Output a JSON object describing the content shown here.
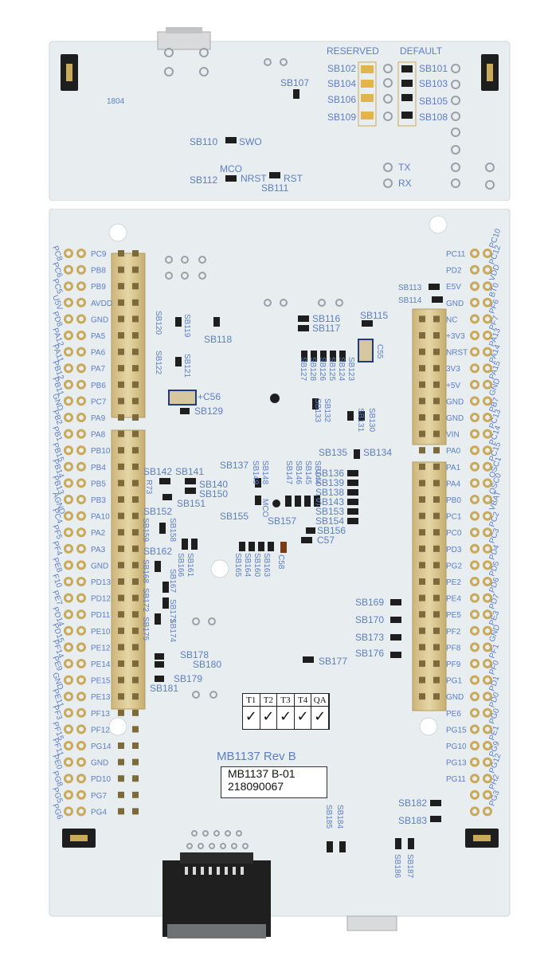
{
  "board": {
    "name": "MB1137 Rev B",
    "sticker_line1": "MB1137 B-01",
    "sticker_line2": "218090067",
    "date_code": "1804",
    "colors": {
      "pcb": "#e9eef1",
      "silk": "#5c7ec6",
      "header": "#d8c58e",
      "pad": "#c9a95a",
      "black": "#1e1e1e"
    }
  },
  "top_section": {
    "reserved": "RESERVED",
    "default": "DEFAULT",
    "sb_left": [
      "SB102",
      "SB104",
      "SB106",
      "SB109"
    ],
    "sb_right": [
      "SB101",
      "SB103",
      "SB105",
      "SB108"
    ],
    "sb107": "SB107",
    "sb110": "SB110",
    "swo": "SWO",
    "mco": "MCO",
    "sb112": "SB112",
    "nrst": "NRST",
    "rst": "RST",
    "sb111": "SB111",
    "tx": "TX",
    "rx": "RX"
  },
  "left_labels_outer": [
    "PC8",
    "PC6",
    "PC5",
    "U5V",
    "PD8",
    "PA12",
    "PA11",
    "PB12",
    "PB11",
    "GND",
    "PB2",
    "PB1",
    "PB15",
    "PB14",
    "PB13",
    "AGND",
    "PC4",
    "PF5",
    "PF4",
    "PE8",
    "F10",
    "PE7",
    "PD14",
    "PD15",
    "PF14",
    "PE9",
    "GND",
    "PE11",
    "PF3",
    "PF15",
    "PF11",
    "PE0",
    "PG8",
    "PG5",
    "PG6"
  ],
  "left_labels_inner": [
    "PC9",
    "PB8",
    "PB9",
    "AVDD",
    "GND",
    "PA5",
    "PA6",
    "PA7",
    "PB6",
    "PC7",
    "PA9",
    "PA8",
    "PB10",
    "PB4",
    "PB5",
    "PB3",
    "PA10",
    "PA2",
    "PA3",
    "GND",
    "PD13",
    "PD12",
    "PD11",
    "PE10",
    "PE12",
    "PE14",
    "PE15",
    "PE13",
    "PF13",
    "PF12",
    "PG14",
    "GND",
    "PD10",
    "PG7",
    "PG4"
  ],
  "right_labels_inner": [
    "PC11",
    "PD2",
    "E5V",
    "GND",
    "NC",
    "+3V3",
    "NRST",
    "3V3",
    "+5V",
    "GND",
    "GND",
    "VIN",
    "PA0",
    "PA1",
    "PA4",
    "PB0",
    "PC1",
    "PC0",
    "PD3",
    "PG2",
    "PE2",
    "PE4",
    "PE5",
    "PF2",
    "PF8",
    "PF9",
    "PG1",
    "GND",
    "PE6",
    "PG15",
    "PG10",
    "PG13",
    "PG11"
  ],
  "right_labels_outer": [
    "PC10",
    "PC12",
    "VDD",
    "BT0",
    "PF6",
    "PF7",
    "PA13",
    "PA14",
    "PA15",
    "GND",
    "PB7",
    "PC13",
    "PC14",
    "PC15",
    "OSC1",
    "OSC0",
    "VBAT",
    "PC2",
    "PC3",
    "PD4",
    "PD5",
    "PD6",
    "PD7",
    "PE3",
    "GND",
    "PF1",
    "PF0",
    "PD1",
    "PD0",
    "PG0",
    "PE1",
    "PG9",
    "PG12",
    "PH2",
    "PG3"
  ],
  "center_labels": {
    "sb118": "SB118",
    "sb119": "SB119",
    "sb120": "SB120",
    "sb121": "SB121",
    "sb122": "SB122",
    "c56": "+C56",
    "sb129": "SB129",
    "sb116": "SB116",
    "sb117": "SB117",
    "sb115": "SB115",
    "c55": "C55",
    "sb113": "SB113",
    "sb114": "SB114",
    "sb123": "SB123",
    "sb124": "SB124",
    "sb125": "SB125",
    "sb126": "SB126",
    "sb127": "SB127",
    "sb128": "SB128",
    "sb130": "SB130",
    "sb131": "SB131",
    "sb132": "SB132",
    "sb133": "SB133",
    "sb134": "SB134",
    "sb135": "SB135",
    "sb136": "SB136",
    "sb137": "SB137",
    "sb138": "SB138",
    "sb139": "SB139",
    "sb140": "SB140",
    "sb141": "SB141",
    "sb142": "SB142",
    "sb143": "SB143",
    "sb144": "SB144",
    "sb145": "SB145",
    "sb146": "SB146",
    "sb147": "SB147",
    "sb148": "SB148",
    "sb149": "SB149",
    "sb150": "SB150",
    "sb151": "SB151",
    "sb152": "SB152",
    "sb153": "SB153",
    "sb154": "SB154",
    "sb155": "SB155",
    "sb156": "SB156",
    "sb157": "SB157",
    "c57": "C57",
    "c58": "C58",
    "r73": "R73",
    "mco2": "MCO",
    "sb158": "SB158",
    "sb159": "SB159",
    "sb160": "SB160",
    "sb161": "SB161",
    "sb162": "SB162",
    "sb163": "SB163",
    "sb164": "SB164",
    "sb165": "SB165",
    "sb166": "SB166",
    "sb167": "SB167",
    "sb168": "SB168",
    "sb169": "SB169",
    "sb170": "SB170",
    "sb171": "SB171",
    "sb172": "SB172",
    "sb173": "SB173",
    "sb174": "SB174",
    "sb175": "SB175",
    "sb176": "SB176",
    "sb177": "SB177",
    "sb178": "SB178",
    "sb179": "SB179",
    "sb180": "SB180",
    "sb181": "SB181",
    "sb182": "SB182",
    "sb183": "SB183",
    "sb184": "SB184",
    "sb185": "SB185",
    "sb186": "SB186",
    "sb187": "SB187"
  },
  "qa": {
    "headers": [
      "T1",
      "T2",
      "T3",
      "T4",
      "QA"
    ],
    "marks": [
      "✓",
      "✓",
      "✓",
      "✓",
      "✓"
    ]
  }
}
